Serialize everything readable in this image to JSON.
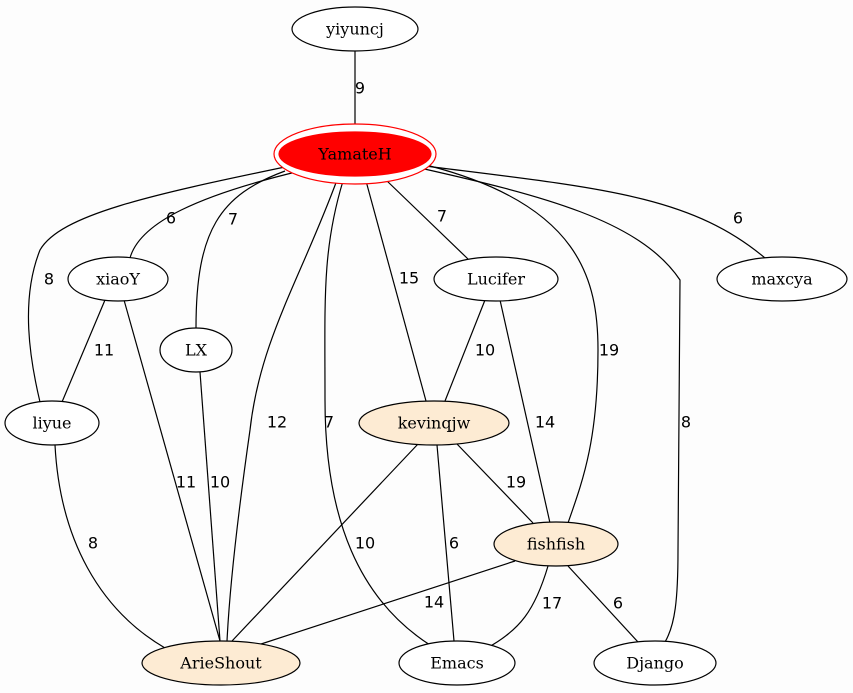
{
  "graph": {
    "background": "#fdfdfd",
    "colors": {
      "default_fill": "#ffffff",
      "highlight_fill": "#fdebd3",
      "root_fill": "#ff0000",
      "root_stroke": "#ff0000",
      "stroke": "#000000"
    },
    "nodes": [
      {
        "id": "yiyuncj",
        "label": "yiyuncj",
        "style": "default"
      },
      {
        "id": "YamateH",
        "label": "YamateH",
        "style": "root"
      },
      {
        "id": "xiaoY",
        "label": "xiaoY",
        "style": "default"
      },
      {
        "id": "LX",
        "label": "LX",
        "style": "default"
      },
      {
        "id": "Lucifer",
        "label": "Lucifer",
        "style": "default"
      },
      {
        "id": "maxcya",
        "label": "maxcya",
        "style": "default"
      },
      {
        "id": "liyue",
        "label": "liyue",
        "style": "default"
      },
      {
        "id": "kevinqjw",
        "label": "kevinqjw",
        "style": "highlight"
      },
      {
        "id": "fishfish",
        "label": "fishfish",
        "style": "highlight"
      },
      {
        "id": "ArieShout",
        "label": "ArieShout",
        "style": "highlight"
      },
      {
        "id": "Emacs",
        "label": "Emacs",
        "style": "default"
      },
      {
        "id": "Django",
        "label": "Django",
        "style": "default"
      }
    ],
    "edges": [
      {
        "from": "yiyuncj",
        "to": "YamateH",
        "label": "9"
      },
      {
        "from": "YamateH",
        "to": "xiaoY",
        "label": "6"
      },
      {
        "from": "YamateH",
        "to": "LX",
        "label": "7"
      },
      {
        "from": "YamateH",
        "to": "Lucifer",
        "label": "7"
      },
      {
        "from": "YamateH",
        "to": "maxcya",
        "label": "6"
      },
      {
        "from": "YamateH",
        "to": "liyue",
        "label": "8"
      },
      {
        "from": "YamateH",
        "to": "kevinqjw",
        "label": "15"
      },
      {
        "from": "YamateH",
        "to": "fishfish",
        "label": "19"
      },
      {
        "from": "YamateH",
        "to": "ArieShout",
        "label": "12"
      },
      {
        "from": "YamateH",
        "to": "Emacs",
        "label": "7"
      },
      {
        "from": "YamateH",
        "to": "Django",
        "label": "8"
      },
      {
        "from": "xiaoY",
        "to": "liyue",
        "label": "11"
      },
      {
        "from": "xiaoY",
        "to": "ArieShout",
        "label": "11"
      },
      {
        "from": "LX",
        "to": "ArieShout",
        "label": "10"
      },
      {
        "from": "Lucifer",
        "to": "kevinqjw",
        "label": "10"
      },
      {
        "from": "Lucifer",
        "to": "fishfish",
        "label": "14"
      },
      {
        "from": "liyue",
        "to": "ArieShout",
        "label": "8"
      },
      {
        "from": "kevinqjw",
        "to": "fishfish",
        "label": "19"
      },
      {
        "from": "kevinqjw",
        "to": "ArieShout",
        "label": "10"
      },
      {
        "from": "kevinqjw",
        "to": "Emacs",
        "label": "6"
      },
      {
        "from": "fishfish",
        "to": "ArieShout",
        "label": "14"
      },
      {
        "from": "fishfish",
        "to": "Emacs",
        "label": "17"
      },
      {
        "from": "fishfish",
        "to": "Django",
        "label": "6"
      }
    ]
  }
}
